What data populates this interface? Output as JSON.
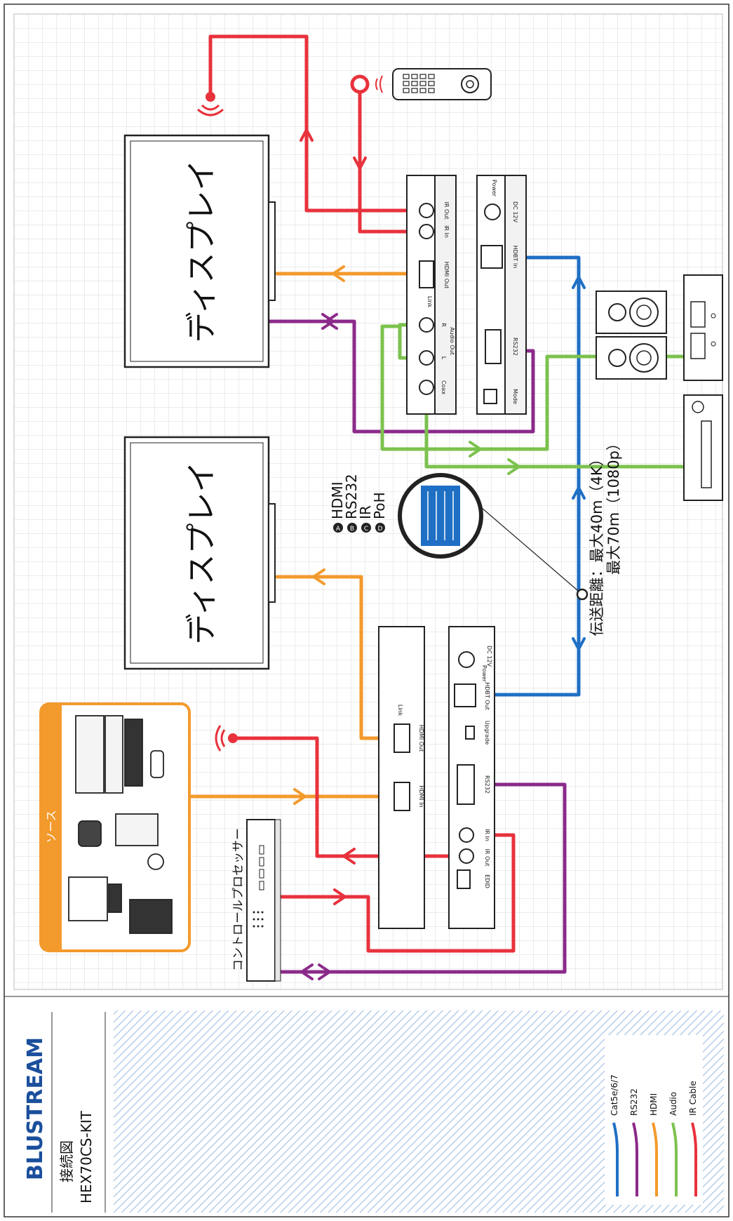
{
  "brand": {
    "logo_text": "BLUSTREAM",
    "label_diagram": "接続図",
    "label_model": "HEX70CS-KIT"
  },
  "displays": [
    {
      "label": "ディスプレイ"
    },
    {
      "label": "ディスプレイ"
    }
  ],
  "source_box": {
    "title": "ソース"
  },
  "control_processor": {
    "label": "コントロールプロセッサー"
  },
  "receiver_ports": {
    "ir_out": "IR Out",
    "ir_in": "IR In",
    "hdmi_out": "HDMI Out",
    "link": "Link",
    "audio_out": "Audio Out",
    "r": "R",
    "l": "L",
    "coax": "Coax",
    "power": "Power",
    "dc12v": "DC 12V",
    "hdbt_in": "HDBT In",
    "rs232": "RS232",
    "mode": "Mode"
  },
  "transmitter_ports": {
    "hdmi_out": "HDMI Out",
    "hdmi_in": "HDMI In",
    "link": "Link",
    "ir_out": "IR Out",
    "ir_in": "IR In",
    "edid": "EDID",
    "rs232": "RS232",
    "upgrade": "Upgrade",
    "hdbt_out": "HDBT Out",
    "power": "Power",
    "dc12v": "DC 12V"
  },
  "cable_legend_inset": {
    "letters": [
      "A",
      "B",
      "C",
      "D"
    ],
    "items": [
      "HDMI",
      "RS232",
      "IR",
      "PoH"
    ]
  },
  "distance": {
    "line1": "伝送距離：最大40m（4K）",
    "line2": "最大70m（1080p）"
  },
  "legend": {
    "items": [
      {
        "label": "Cat5e/6/7",
        "color": "#1f6fc4"
      },
      {
        "label": "RS232",
        "color": "#8b2a8a"
      },
      {
        "label": "HDMI",
        "color": "#f39a2d"
      },
      {
        "label": "Audio",
        "color": "#7cc24e"
      },
      {
        "label": "IR Cable",
        "color": "#e8323c"
      }
    ]
  },
  "colors": {
    "cat": "#1f6fc4",
    "rs232": "#8b2a8a",
    "hdmi": "#f39a2d",
    "audio": "#7cc24e",
    "ir": "#e8323c",
    "grid": "#d9d9d9",
    "brand": "#1b4f9c"
  }
}
